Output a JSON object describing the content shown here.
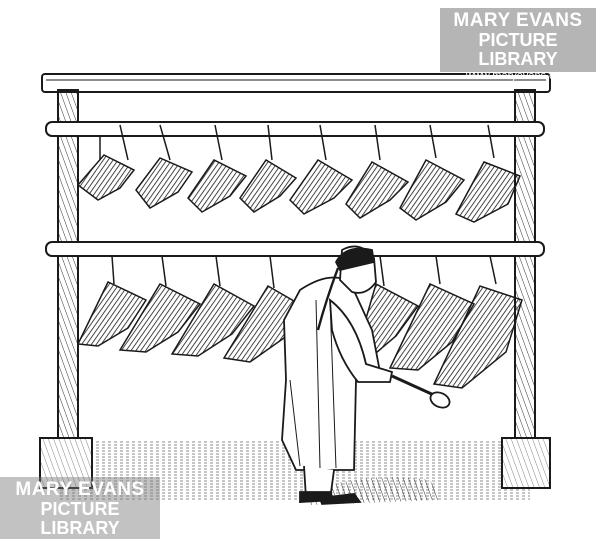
{
  "image": {
    "description_colors": {
      "ink": "#1a1a1a",
      "paper": "#ffffff"
    }
  },
  "watermark": {
    "line1": "MARY EVANS",
    "line2": "PICTURE LIBRARY",
    "line3": "www.maryevans.com"
  }
}
